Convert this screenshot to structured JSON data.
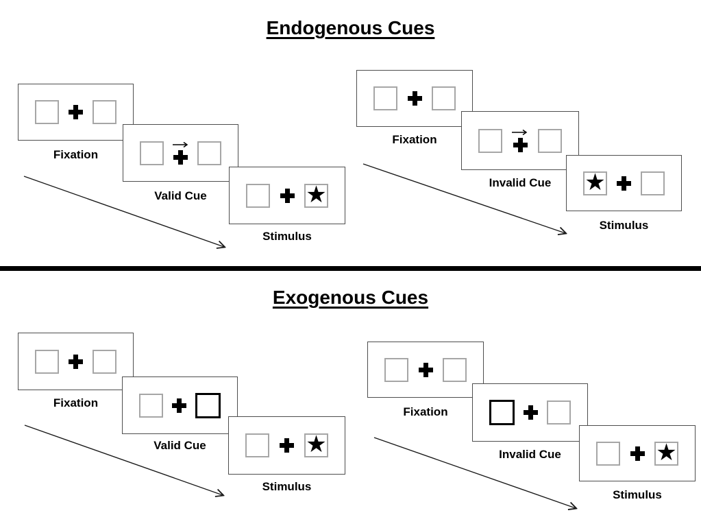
{
  "sections": [
    {
      "title": "Endogenous Cues",
      "sequences": [
        {
          "type": "valid",
          "panels": [
            {
              "label": "Fixation",
              "content": "two-empty-boxes-with-plus"
            },
            {
              "label": "Valid Cue",
              "content": "right-arrow-above-plus"
            },
            {
              "label": "Stimulus",
              "content": "star-in-right-box"
            }
          ]
        },
        {
          "type": "invalid",
          "panels": [
            {
              "label": "Fixation",
              "content": "two-empty-boxes-with-plus"
            },
            {
              "label": "Invalid Cue",
              "content": "right-arrow-above-plus"
            },
            {
              "label": "Stimulus",
              "content": "star-in-left-box"
            }
          ]
        }
      ]
    },
    {
      "title": "Exogenous Cues",
      "sequences": [
        {
          "type": "valid",
          "panels": [
            {
              "label": "Fixation",
              "content": "two-empty-boxes-with-plus"
            },
            {
              "label": "Valid Cue",
              "content": "bold-right-box-with-plus"
            },
            {
              "label": "Stimulus",
              "content": "star-in-right-box"
            }
          ]
        },
        {
          "type": "invalid",
          "panels": [
            {
              "label": "Fixation",
              "content": "two-empty-boxes-with-plus"
            },
            {
              "label": "Invalid Cue",
              "content": "bold-left-box-with-plus"
            },
            {
              "label": "Stimulus",
              "content": "star-in-right-box"
            }
          ]
        }
      ]
    }
  ],
  "icons": {
    "star-icon": "★",
    "plus-icon": "✚",
    "right-arrow-icon": "→",
    "timeline-arrow-icon": "↘"
  },
  "colors": {
    "background": "#ffffff",
    "panel_border": "#4d4d4d",
    "box_border": "#a6a6a6",
    "ink": "#000000"
  }
}
